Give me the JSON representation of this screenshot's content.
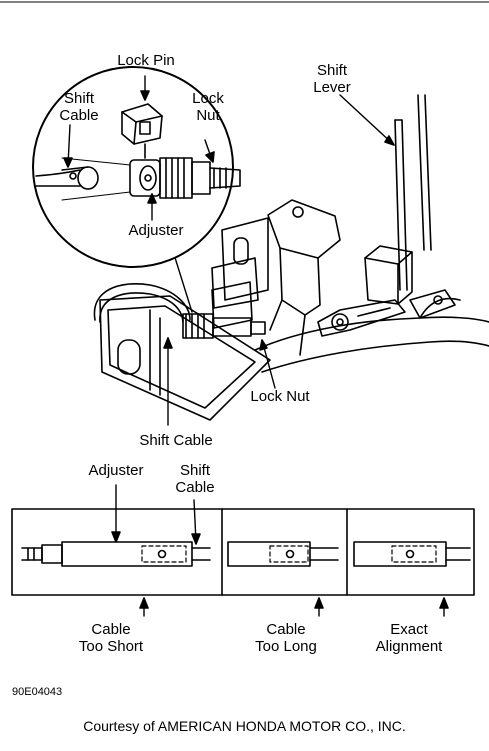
{
  "labels": {
    "lock_pin": "Lock Pin",
    "shift_cable_inset": "Shift\nCable",
    "lock_nut_inset": "Lock\nNut",
    "adjuster_inset": "Adjuster",
    "shift_lever": "Shift\nLever",
    "lock_nut": "Lock Nut",
    "shift_cable": "Shift Cable",
    "adjuster_panel": "Adjuster",
    "shift_cable_panel": "Shift\nCable",
    "cable_too_short": "Cable\nToo Short",
    "cable_too_long": "Cable\nToo Long",
    "exact_alignment": "Exact\nAlignment"
  },
  "figure_code": "90E04043",
  "credit": "Courtesy of AMERICAN HONDA MOTOR CO., INC."
}
